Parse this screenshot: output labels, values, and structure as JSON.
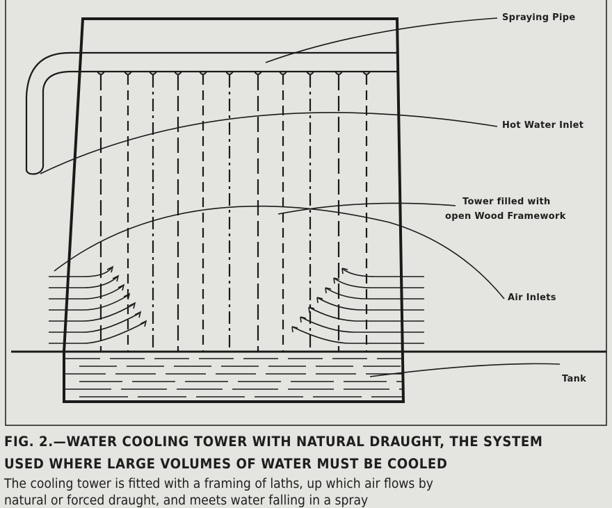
{
  "diagram": {
    "labels": {
      "spraying_pipe": "Spraying Pipe",
      "hot_water_inlet": "Hot Water Inlet",
      "tower_line1": "Tower filled with",
      "tower_line2": "open Wood Framework",
      "air_inlets": "Air Inlets",
      "tank": "Tank"
    }
  },
  "caption": {
    "title_line1": "FIG. 2.—WATER COOLING TOWER WITH NATURAL DRAUGHT, THE SYSTEM",
    "title_line2": "USED WHERE LARGE VOLUMES OF WATER MUST BE COOLED",
    "description_line1": "The cooling tower is fitted with a framing of laths, up which air flows by",
    "description_line2": "natural or forced draught, and meets water falling in a spray"
  }
}
